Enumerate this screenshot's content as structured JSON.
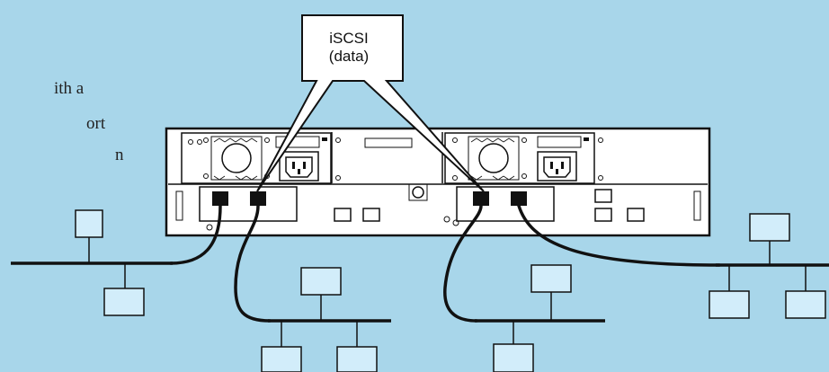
{
  "callout": {
    "line1": "iSCSI",
    "line2": "(data)"
  },
  "cropped_text": {
    "line1": "ith a",
    "line2": "ort",
    "line3": "n"
  },
  "colors": {
    "background": "#a8d6ea",
    "node_fill": "#d2edfa",
    "line": "#111111"
  }
}
